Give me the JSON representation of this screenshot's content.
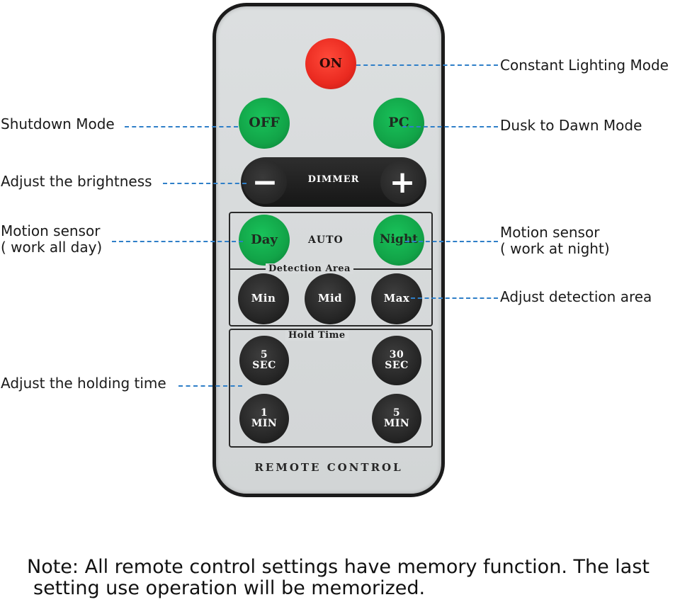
{
  "remote": {
    "on_button": "ON",
    "off_button": "OFF",
    "pc_button": "PC",
    "dimmer": {
      "minus": "−",
      "label": "DIMMER",
      "plus": "+"
    },
    "auto": {
      "label": "AUTO",
      "day_button": "Day",
      "night_button": "Night"
    },
    "detection_area": {
      "title": "Detection Area",
      "min": "Min",
      "mid": "Mid",
      "max": "Max"
    },
    "hold_time": {
      "title": "Hold Time",
      "sec5": {
        "top": "5",
        "bottom": "SEC"
      },
      "sec30": {
        "top": "30",
        "bottom": "SEC"
      },
      "min1": {
        "top": "1",
        "bottom": "MIN"
      },
      "min5": {
        "top": "5",
        "bottom": "MIN"
      }
    },
    "brand_label": "REMOTE CONTROL"
  },
  "callouts": {
    "constant_lighting": "Constant Lighting Mode",
    "shutdown": "Shutdown Mode",
    "dusk_to_dawn": "Dusk to Dawn Mode",
    "brightness": "Adjust the brightness",
    "motion_day_line1": "Motion sensor",
    "motion_day_line2": "( work all day)",
    "motion_night_line1": "Motion sensor",
    "motion_night_line2": "( work at night)",
    "detection_area": "Adjust detection area",
    "holding_time": "Adjust the holding time"
  },
  "note": {
    "line1": "Note: All remote control settings have memory function. The last",
    "line2": "setting use operation will be memorized."
  },
  "colors": {
    "on_red": "#ea2a20",
    "mode_green": "#12a448",
    "leader_blue": "#2f7fc8",
    "remote_gray": "#d6d9da",
    "button_black": "#262626"
  }
}
